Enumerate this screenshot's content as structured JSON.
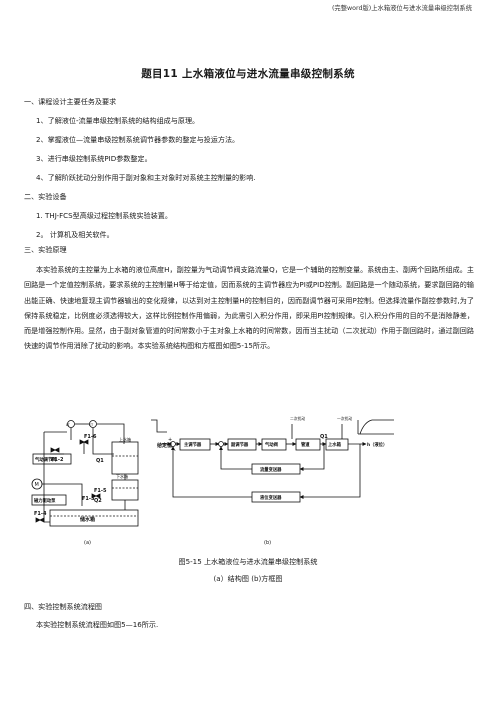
{
  "header": "(完整word版)上水箱液位与进水流量串级控制系统",
  "title": "题目11    上水箱液位与进水流量串级控制系统",
  "sections": {
    "s1_heading": "一、课程设计主要任务及要求",
    "s1_items": [
      "1、了解液位-流量串级控制系统的结构组成与原理。",
      "2、掌握液位—流量串级控制系统调节器参数的整定与投运方法。",
      "3、进行串级控制系统PID参数整定。",
      "4、了解阶跃扰动分别作用于副对象和主对象时对系统主控制量的影响."
    ],
    "s2_heading": "二、实验设备",
    "s2_items": [
      "1. THJ-FCS型高级过程控制系统实验装置。",
      "2。  计算机及相关软件。"
    ],
    "s3_heading": "三、实验原理",
    "s3_paragraph": "本实验系统的主控量为上水箱的液位高度H，副控量为气动调节阀支路流量Q，它是一个辅助的控制变量。系统由主、副两个回路所组成。主回路是一个定值控制系统，要求系统的主控制量H等于给定值，因而系统的主调节器应为PI或PID控制。副回路是一个随动系统，要求副回路的输出能正确、快速地复现主调节器输出的变化规律，以达到对主控制量H的控制目的，因而副调节器可采用P控制。但选择流量作副控参数时,为了保持系统稳定，比例度必须选得较大，这样比例控制作用偏弱，为此需引入积分作用，即采用PI控制规律。引入积分作用的目的不是消除静差，而是增强控制作用。显然，由于副对象管道的时间常数小于主对象上水箱的时间常数，因而当主扰动（二次扰动）作用于副回路时，通过副回路快速的调节作用消除了扰动的影响。本实验系统结构图和方框图如图5-15所示。",
    "s4_heading": "四、实验控制系统流程图",
    "s4_text": "本实验控制系统流程图如图5—16所示."
  },
  "figure": {
    "caption": "图5-15 上水箱液位与进水流量串级控制系统",
    "subcaption": "(a）结构图         (b)方框图",
    "a": {
      "label": "(a)",
      "lt": "LT",
      "ft": "FT",
      "valve1": "F1-6",
      "valve2": "F1-2",
      "q1": "Q1",
      "tank_upper": "上水箱",
      "tank_lower": "下水箱",
      "valve_box": "气动调节阀",
      "motor": "M",
      "pump_box": "磁力驱动泵",
      "valve3": "F1-3",
      "valve4": "F1-4",
      "valve5": "F1-5",
      "q2": "Q2",
      "reservoir": "储水箱"
    },
    "b": {
      "label": "(b)",
      "setpoint": "给定值",
      "main_ctrl": "主调节器",
      "sub_ctrl": "副调节器",
      "actuator": "气动阀",
      "pipe": "管道",
      "plant": "上水箱",
      "output": "h（液位）",
      "flow_tx": "流量变送器",
      "level_tx": "液位变送器",
      "q1": "Q1",
      "dist1": "二次扰动",
      "dist2": "一次扰动",
      "plus": "+",
      "minus": "-"
    }
  }
}
